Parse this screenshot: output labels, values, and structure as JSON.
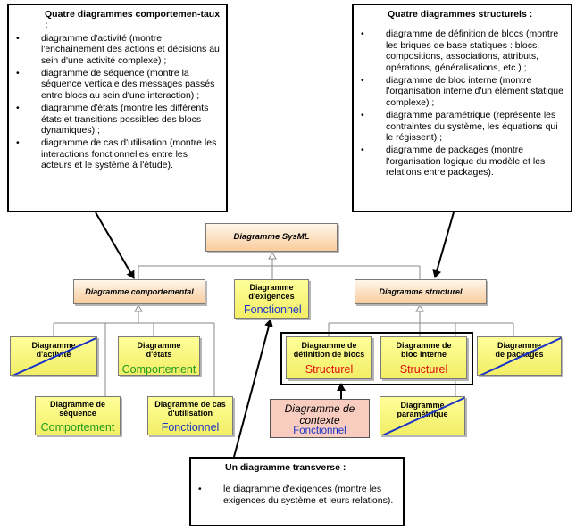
{
  "callouts": {
    "behavioral": {
      "title": "Quatre diagrammes comportemen-taux :",
      "items": [
        "diagramme d'activité (montre l'enchaînement des actions et décisions au sein d'une activité complexe) ;",
        "diagramme de séquence (montre la séquence verticale des messages passés entre blocs au sein d'une interaction) ;",
        "diagramme d'états (montre les différents états et transitions possibles des blocs dynamiques) ;",
        "diagramme de cas d'utilisation (montre les interactions fonctionnelles entre les acteurs et le système à l'étude)."
      ]
    },
    "structural": {
      "title": "Quatre diagrammes structurels :",
      "items": [
        "diagramme de définition de blocs (montre les briques de base statiques : blocs, compositions, associations, attributs, opérations, généralisations, etc.) ;",
        "diagramme de bloc interne (montre l'organisation interne d'un élément statique complexe) ;",
        "diagramme paramétrique (représente les contraintes du système, les équations qui le régissent) ;",
        "diagramme de packages (montre l'organisation logique du modèle et les relations entre packages)."
      ]
    },
    "transverse": {
      "title": "Un diagramme transverse :",
      "items": [
        "le diagramme d'exigences (montre les exigences du système et leurs relations)."
      ]
    }
  },
  "boxes": {
    "sysml": "Diagramme SysML",
    "comportemental": "Diagramme comportemental",
    "exigences": "Diagramme d'exigences",
    "structurel": "Diagramme structurel",
    "activite": "Diagramme d'activité",
    "etats": "Diagramme d'états",
    "sequence": "Diagramme de séquence",
    "cas_utilisation": "Diagramme de cas d'utilisation",
    "definition_blocs": "Diagramme de définition de blocs",
    "bloc_interne": "Diagramme de bloc interne",
    "packages": "Diagramme de packages",
    "parametrique": "Diagramme paramétrique",
    "contexte": "Diagramme de contexte"
  },
  "tags": {
    "exigences": "Fonctionnel",
    "etats": "Comportement",
    "sequence": "Comportement",
    "cas_utilisation": "Fonctionnel",
    "definition_blocs": "Structurel",
    "bloc_interne": "Structurel",
    "contexte": "Fonctionnel"
  },
  "colors": {
    "tag_green": "#1f9b1f",
    "tag_blue": "#1a33c8",
    "tag_red": "#e01010",
    "box_yellow": "#f5f27a",
    "box_orange": "#f8cc9c",
    "box_pink": "#f8cdc0",
    "strike_blue": "#1a33c8"
  }
}
